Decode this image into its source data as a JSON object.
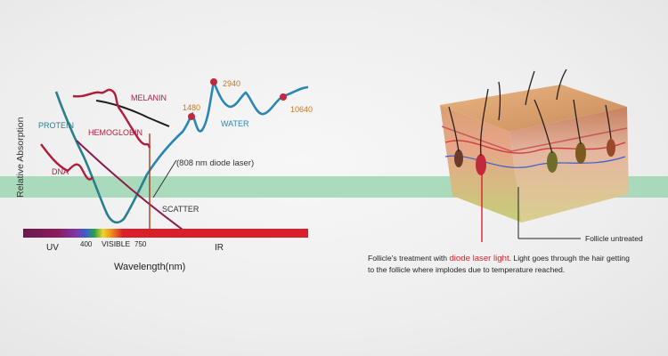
{
  "graph": {
    "y_axis_label": "Relative Absorption",
    "x_axis_label": "Wavelength(nm)",
    "curve_labels": {
      "protein": "PROTEIN",
      "dna": "DNA",
      "melanin": "MELANIN",
      "hemoglobin": "HEMOGLOBIN",
      "water": "WATER",
      "scatter": "SCATTER"
    },
    "laser_label": "(808 nm diode laser)",
    "peak_labels": [
      "1480",
      "2940",
      "10640"
    ],
    "spectrum": {
      "uv": "UV",
      "tick_400": "400",
      "visible": "VISIBLE",
      "tick_750": "750",
      "ir": "IR"
    }
  },
  "skin": {
    "callout_label": "Follicle untreated",
    "caption_part1": "Follicle's treatment with ",
    "caption_highlight": "diode laser light",
    "caption_part2": ". Light goes through the hair getting to the follicle where implodes due to temperature reached."
  },
  "colors": {
    "teal_curve": "#2a7f8c",
    "red_curve": "#b01c3c",
    "water_curve": "#2b86b3",
    "band_green": "#9ed6b3",
    "spectrum_red": "#d81f2a",
    "peak_marker": "#c2283e",
    "accent_text": "#d9222a"
  }
}
